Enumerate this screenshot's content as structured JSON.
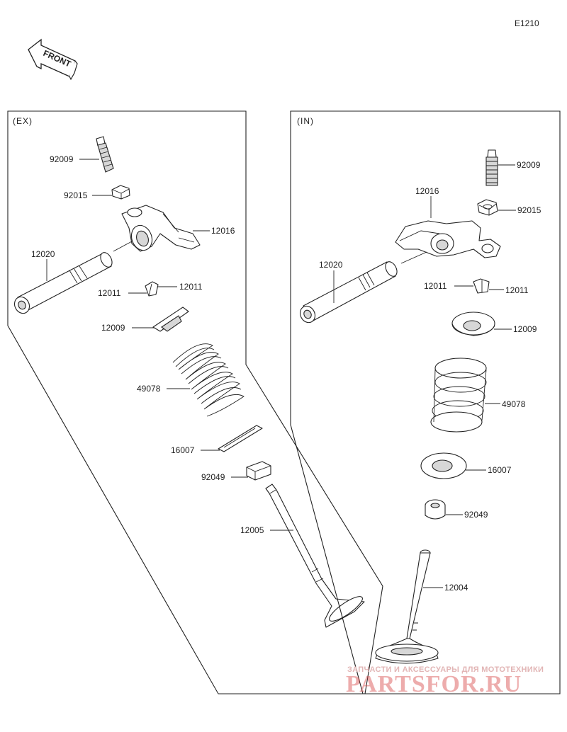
{
  "diagram_code": "E1210",
  "front_label": "FRONT",
  "sections": {
    "ex": {
      "title": "(EX)",
      "parts": [
        {
          "number": "92009"
        },
        {
          "number": "92015"
        },
        {
          "number": "12016"
        },
        {
          "number": "12020"
        },
        {
          "number": "12011",
          "side": "left"
        },
        {
          "number": "12011",
          "side": "right"
        },
        {
          "number": "12009"
        },
        {
          "number": "49078"
        },
        {
          "number": "16007"
        },
        {
          "number": "92049"
        },
        {
          "number": "12005"
        }
      ]
    },
    "in": {
      "title": "(IN)",
      "parts": [
        {
          "number": "92009"
        },
        {
          "number": "12016"
        },
        {
          "number": "92015"
        },
        {
          "number": "12020"
        },
        {
          "number": "12011",
          "side": "left"
        },
        {
          "number": "12011",
          "side": "right"
        },
        {
          "number": "12009"
        },
        {
          "number": "49078"
        },
        {
          "number": "16007"
        },
        {
          "number": "92049"
        },
        {
          "number": "12004"
        }
      ]
    }
  },
  "watermark": {
    "tagline": "ЗАПЧАСТИ И АКСЕССУАРЫ ДЛЯ МОТОТЕХНИКИ",
    "site": "PARTSFOR.RU"
  }
}
